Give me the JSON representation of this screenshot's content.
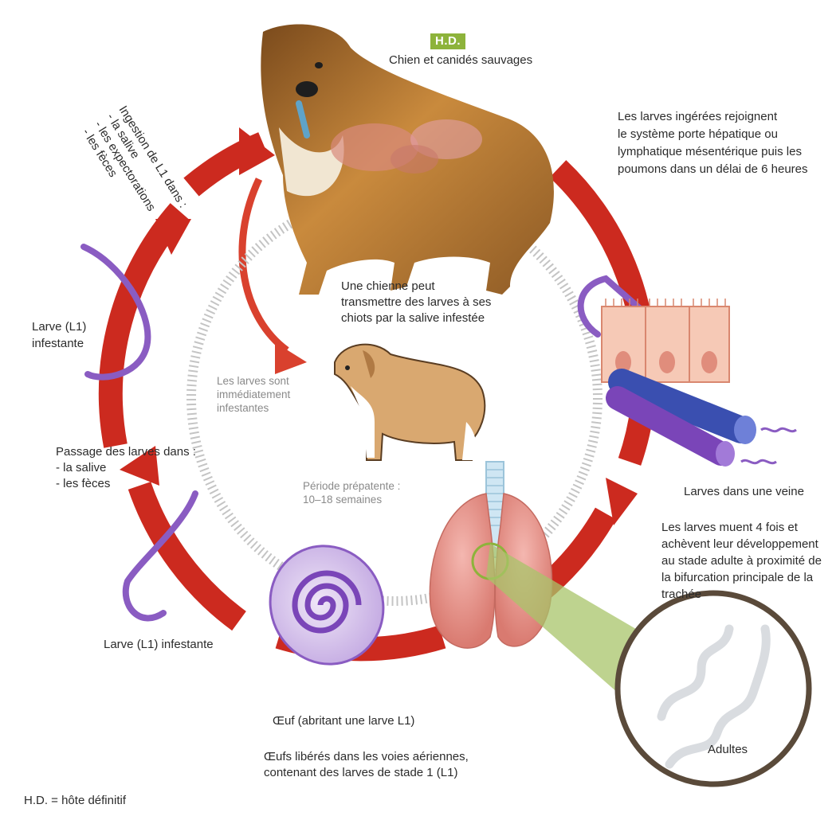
{
  "host": {
    "badge": "H.D.",
    "name": "Chien et canidés sauvages"
  },
  "notes": {
    "ingested": [
      "Les larves ingérées rejoignent",
      "le système porte hépatique ou",
      "lymphatique mésentérique puis les",
      "poumons dans un délai de 6 heures"
    ],
    "ingestion": [
      "Ingestion de L1 dans :",
      "- la salive",
      "- les expectorations",
      "- les fèces"
    ],
    "mother": [
      "Une chienne peut",
      "transmettre des larves à ses",
      "chiots par la salive infestée"
    ],
    "infective_now": [
      "Les larves sont",
      "immédiatement",
      "infestantes"
    ],
    "prepatent": [
      "Période prépatente :",
      "10–18 semaines"
    ],
    "vein": "Larves dans une veine",
    "moult": [
      "Les larves muent 4 fois et",
      "achèvent leur développement",
      "au stade adulte à proximité de",
      "la bifurcation principale de la",
      "trachée"
    ],
    "larva_top": [
      "Larve (L1)",
      "infestante"
    ],
    "passage": [
      "Passage des larves dans :",
      "- la salive",
      "- les fèces"
    ],
    "larva_bottom": "Larve (L1) infestante",
    "egg": "Œuf (abritant une larve L1)",
    "eggs_released": [
      "Œufs libérés dans les voies aériennes,",
      "contenant des larves de stade 1 (L1)"
    ],
    "adults": "Adultes",
    "legend": "H.D. = hôte définitif"
  },
  "colors": {
    "cycle_arrow": "#cc2a1f",
    "larva": "#8a5cc2",
    "badge": "#8db33b",
    "lung": "#e89a93",
    "dashed_ring": "#bdbdbd",
    "zoom_cone": "#a8c46a",
    "dog_fur": "#b8742e",
    "puppy": "#d9a870",
    "vein": "#3a4fb0"
  },
  "icons": [
    "adult-dog-illustration",
    "puppy-illustration",
    "lungs-trachea-illustration",
    "egg-illustration",
    "larva-worm",
    "intestinal-cells-illustration",
    "vein-illustration",
    "adult-worms-magnifier"
  ]
}
